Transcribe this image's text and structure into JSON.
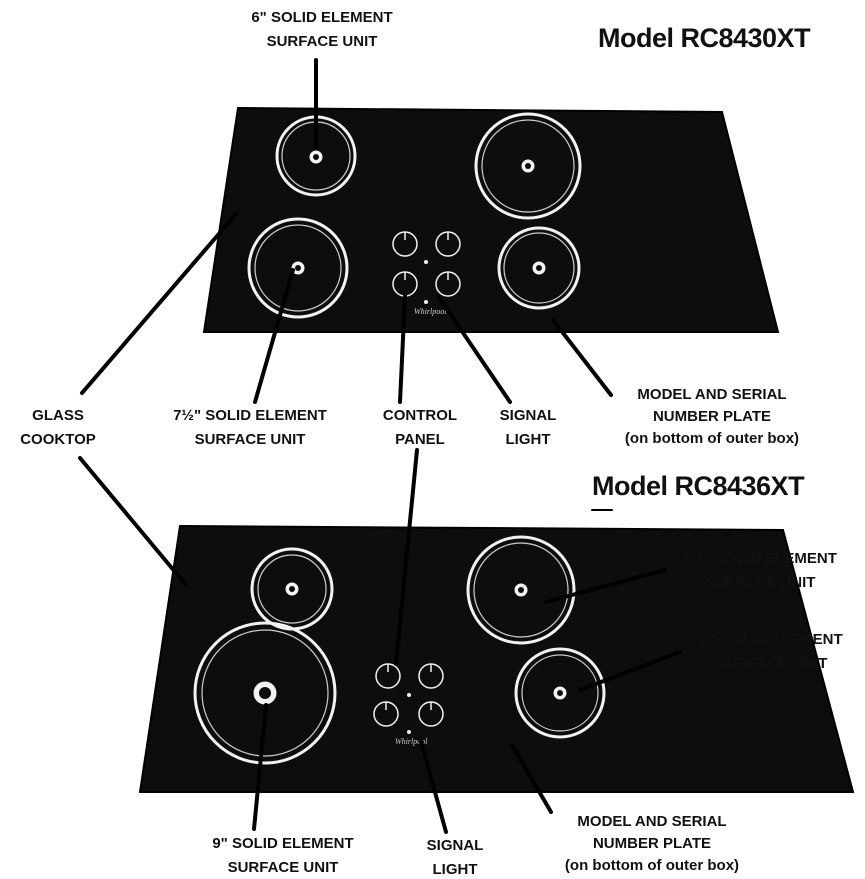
{
  "models": [
    {
      "name": "Model RC8430XT"
    },
    {
      "name": "Model RC8436XT"
    }
  ],
  "labels": {
    "top_6in_line1": "6\" SOLID ELEMENT",
    "top_6in_line2": "SURFACE UNIT",
    "glass_line1": "GLASS",
    "glass_line2": "COOKTOP",
    "seven_half_line1": "7½\" SOLID ELEMENT",
    "seven_half_line2": "SURFACE UNIT",
    "control_line1": "CONTROL",
    "control_line2": "PANEL",
    "signal_line1": "SIGNAL",
    "signal_line2": "LIGHT",
    "plate_line1": "MODEL AND SERIAL",
    "plate_line2": "NUMBER PLATE",
    "plate_line3": "(on bottom of outer box)",
    "bottom_seven_half_line1": "7½\" SOLID ELEMENT",
    "bottom_seven_half_line2": "SURFACE UNIT",
    "bottom_6in_line1": "6\" SOLID ELEMENT",
    "bottom_6in_line2": "SURFACE UNIT",
    "nine_line1": "9\" SOLID ELEMENT",
    "nine_line2": "SURFACE UNIT",
    "bottom_signal_line1": "SIGNAL",
    "bottom_signal_line2": "LIGHT",
    "bottom_plate_line1": "MODEL AND SERIAL",
    "bottom_plate_line2": "NUMBER PLATE",
    "bottom_plate_line3": "(on bottom of outer box)"
  }
}
